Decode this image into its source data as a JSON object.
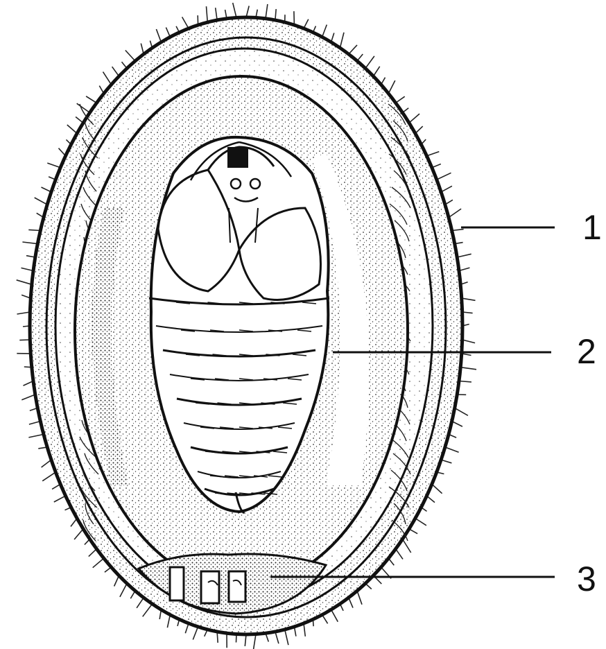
{
  "labels": {
    "one": "1",
    "two": "2",
    "three": "3"
  },
  "colors": {
    "ink": "#111111",
    "paper": "#ffffff",
    "stipple": "#333333"
  }
}
